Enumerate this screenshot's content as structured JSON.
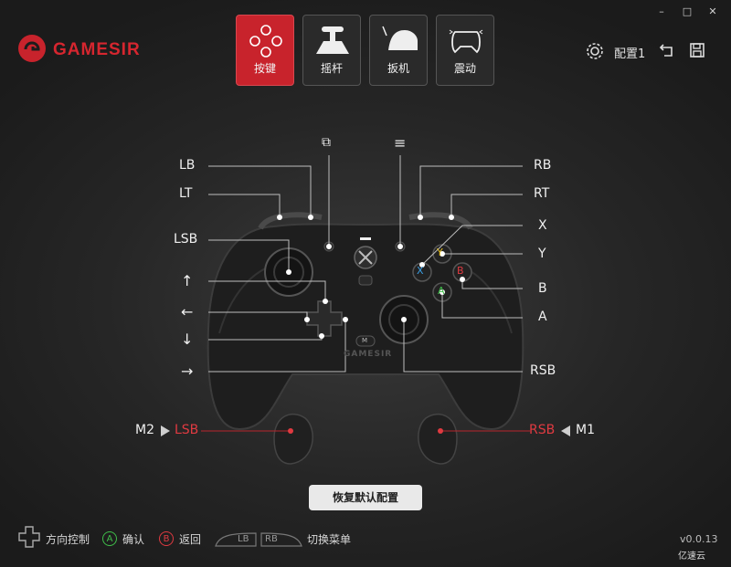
{
  "window": {
    "minimize": "–",
    "maximize": "□",
    "close": "✕"
  },
  "brand": {
    "name": "GAMESIR"
  },
  "tabs": [
    {
      "label": "按键",
      "active": true
    },
    {
      "label": "摇杆",
      "active": false
    },
    {
      "label": "扳机",
      "active": false
    },
    {
      "label": "震动",
      "active": false
    }
  ],
  "header": {
    "profile": "配置1"
  },
  "controller_labels": {
    "lb": "LB",
    "lt": "LT",
    "lsb": "LSB",
    "up": "↑",
    "left": "←",
    "down": "↓",
    "right": "→",
    "rb": "RB",
    "rt": "RT",
    "x": "X",
    "y": "Y",
    "b": "B",
    "a": "A",
    "rsb": "RSB",
    "view_icon": "⧉",
    "menu_icon": "≡",
    "face_y": "Y",
    "face_x": "X",
    "face_b": "B",
    "face_a": "A",
    "m_button": "M",
    "body_brand": "GAMESIR"
  },
  "macros": {
    "m2_label": "M2",
    "m2_value": "LSB",
    "m1_label": "M1",
    "m1_value": "RSB"
  },
  "reset_button": "恢复默认配置",
  "legend": {
    "dpad": "方向控制",
    "a_key": "A",
    "confirm": "确认",
    "b_key": "B",
    "back": "返回",
    "lb": "LB",
    "rb": "RB",
    "switch_menu": "切换菜单"
  },
  "version": "v0.0.13",
  "watermark": "亿速云",
  "colors": {
    "accent": "#c8232c",
    "x_blue": "#3aa0e6",
    "y_yellow": "#e7c020",
    "b_red": "#e03a41",
    "a_green": "#3fbf4a"
  }
}
